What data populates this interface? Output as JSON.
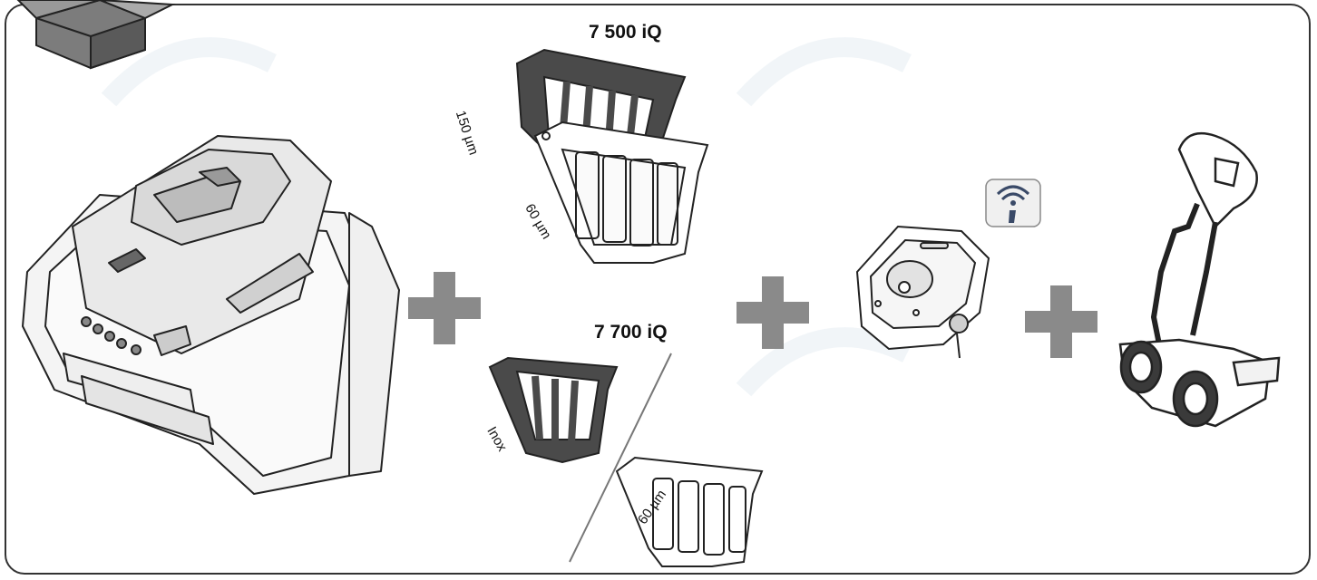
{
  "items": {
    "filter_7500": {
      "model": "7 500 iQ",
      "coarse_filter": "150 µm",
      "fine_filter": "60 µm"
    },
    "filter_7700": {
      "model": "7 700 iQ",
      "coarse_filter": "Inox",
      "fine_filter": "60 µm"
    }
  },
  "icons": [
    "package-box-icon",
    "plus-icon",
    "info-wifi-icon"
  ],
  "colors": {
    "outline": "#222222",
    "plus": "#8a8a8a",
    "filter_dark": "#4a4a4a",
    "frame": "#333333"
  }
}
